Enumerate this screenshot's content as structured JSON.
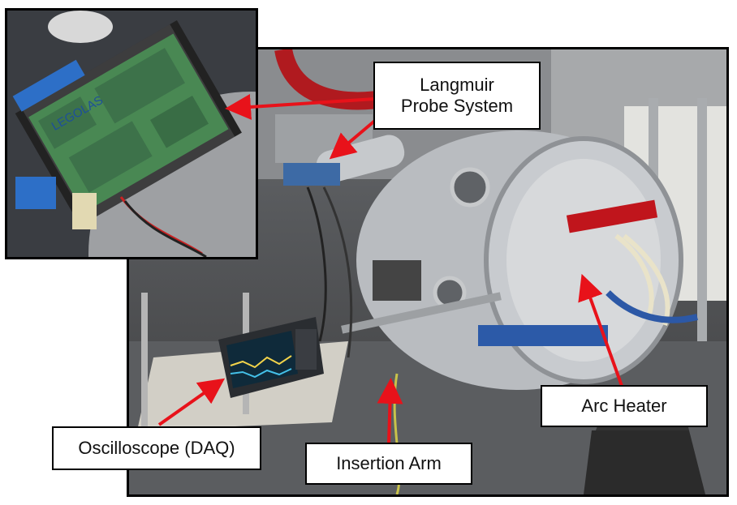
{
  "labels": {
    "langmuir_line1": "Langmuir",
    "langmuir_line2": "Probe System",
    "arc_heater": "Arc Heater",
    "oscilloscope": "Oscilloscope (DAQ)",
    "insertion_arm": "Insertion Arm"
  },
  "inset_board_text": "LEGOLAS",
  "colors": {
    "arrow": "#e8121a",
    "chamber": "#b9bcc0",
    "heater": "#c0151c",
    "pcb": "#2f7a3a"
  },
  "icons": {
    "arrow": "red-arrow-icon"
  }
}
